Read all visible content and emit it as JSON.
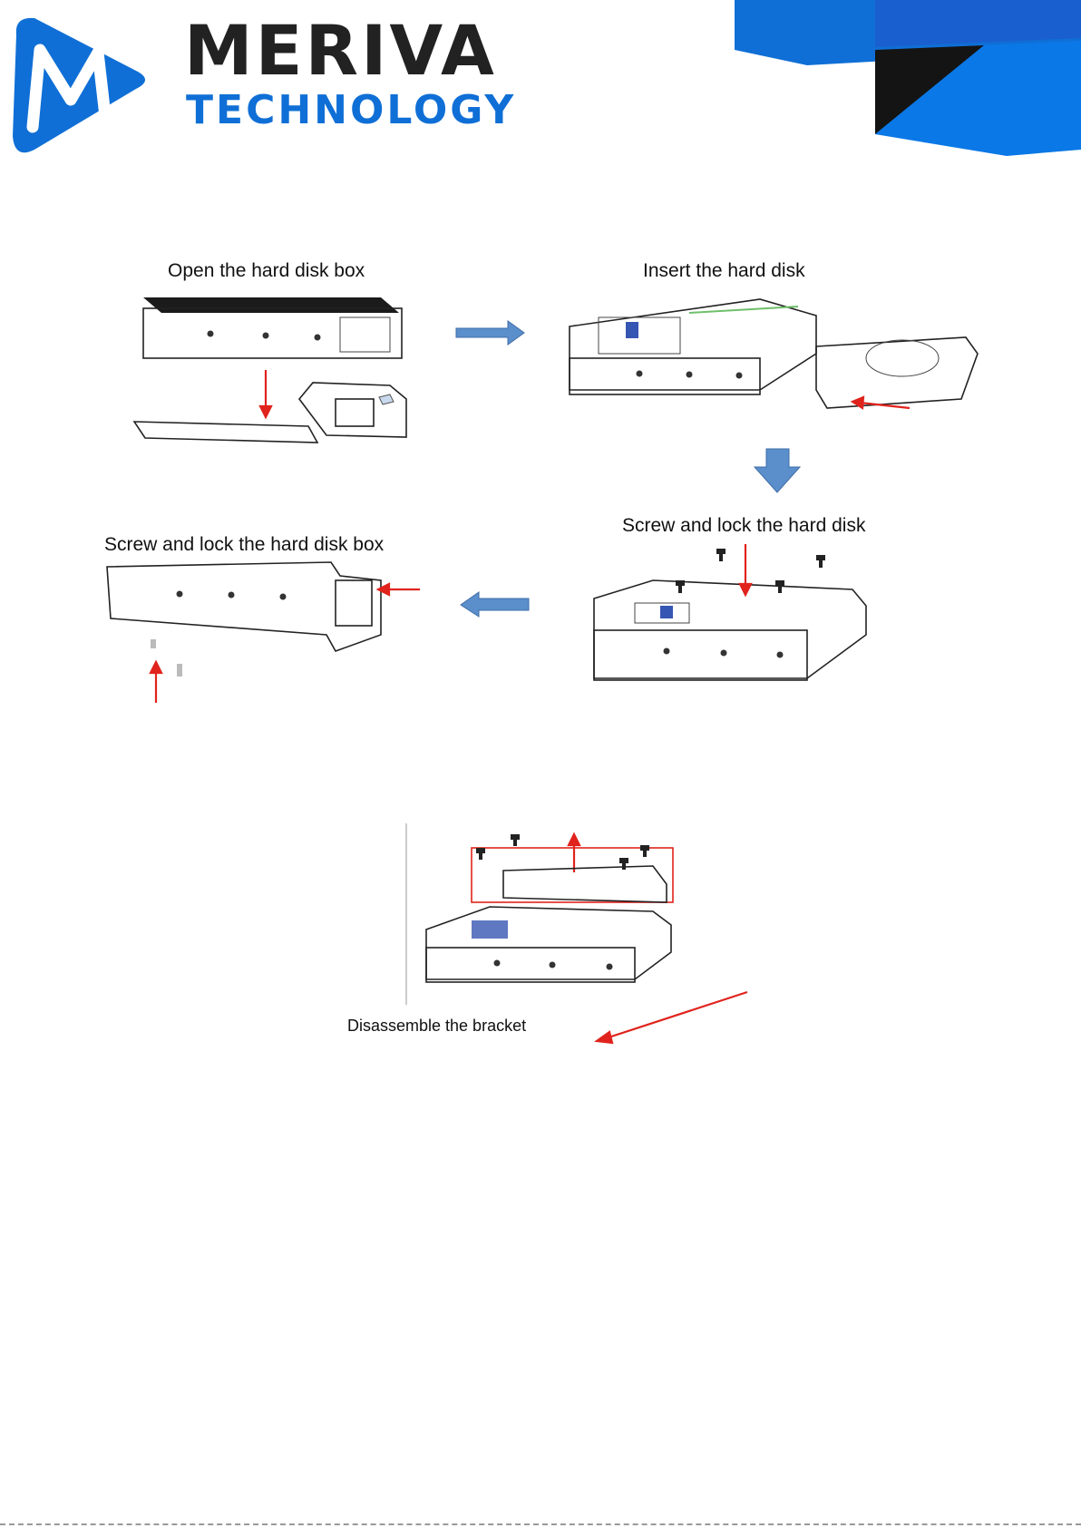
{
  "header": {
    "brand_top": "MERIVA",
    "brand_bottom": "TECHNOLOGY",
    "brand_color": "#0f6fd6",
    "text_color": "#222222",
    "logo_icon": "m-play-icon"
  },
  "diagram": {
    "steps": [
      {
        "label": "Open the hard disk box"
      },
      {
        "label": "Insert the hard disk"
      },
      {
        "label": "Screw and lock the hard disk"
      },
      {
        "label": "Screw and lock the hard disk box"
      }
    ],
    "flow_arrow_color": "#5b8fcb",
    "action_arrow_color": "#e0231c"
  },
  "bracket": {
    "label": "Disassemble the bracket"
  }
}
